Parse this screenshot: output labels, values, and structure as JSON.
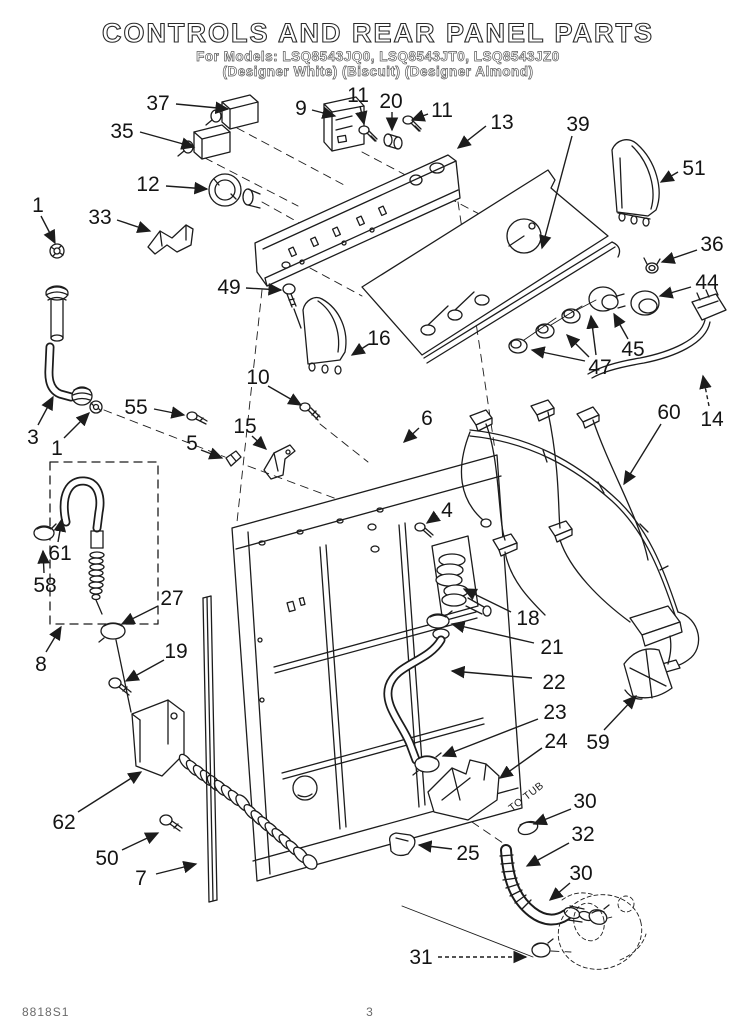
{
  "page": {
    "title": "CONTROLS AND REAR PANEL PARTS",
    "models_line": "For Models: LSQ8543JQ0, LSQ8543JT0, LSQ8543JZ0",
    "colors_line": "(Designer White) (Biscuit) (Designer Almond)",
    "footer": {
      "doc_number": "8818S1",
      "page_number": "3"
    },
    "ink_color": "#1c1c1c",
    "paper_color": "#ffffff"
  },
  "diagram": {
    "annotations": {
      "to_tub": "TO TUB"
    },
    "callouts": [
      {
        "label": "37"
      },
      {
        "label": "35"
      },
      {
        "label": "9"
      },
      {
        "label": "11"
      },
      {
        "label": "20"
      },
      {
        "label": "11"
      },
      {
        "label": "13"
      },
      {
        "label": "39"
      },
      {
        "label": "51"
      },
      {
        "label": "12"
      },
      {
        "label": "1"
      },
      {
        "label": "33"
      },
      {
        "label": "36"
      },
      {
        "label": "49"
      },
      {
        "label": "44"
      },
      {
        "label": "16"
      },
      {
        "label": "45"
      },
      {
        "label": "47"
      },
      {
        "label": "10"
      },
      {
        "label": "55"
      },
      {
        "label": "15"
      },
      {
        "label": "5"
      },
      {
        "label": "6"
      },
      {
        "label": "3"
      },
      {
        "label": "1"
      },
      {
        "label": "60"
      },
      {
        "label": "14"
      },
      {
        "label": "61"
      },
      {
        "label": "58"
      },
      {
        "label": "4"
      },
      {
        "label": "27"
      },
      {
        "label": "18"
      },
      {
        "label": "21"
      },
      {
        "label": "19"
      },
      {
        "label": "22"
      },
      {
        "label": "23"
      },
      {
        "label": "24"
      },
      {
        "label": "59"
      },
      {
        "label": "8"
      },
      {
        "label": "62"
      },
      {
        "label": "50"
      },
      {
        "label": "7"
      },
      {
        "label": "25"
      },
      {
        "label": "30"
      },
      {
        "label": "32"
      },
      {
        "label": "30"
      },
      {
        "label": "31"
      }
    ]
  }
}
